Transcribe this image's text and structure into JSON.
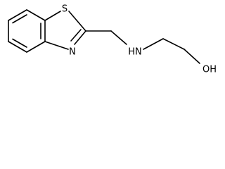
{
  "molecule": {
    "atoms": {
      "sulfur": "S",
      "ring_nitrogen": "N",
      "amine": "HN",
      "hydroxyl": "OH"
    },
    "colors": {
      "bond": "#000000",
      "label": "#000000",
      "background": "#ffffff"
    }
  }
}
